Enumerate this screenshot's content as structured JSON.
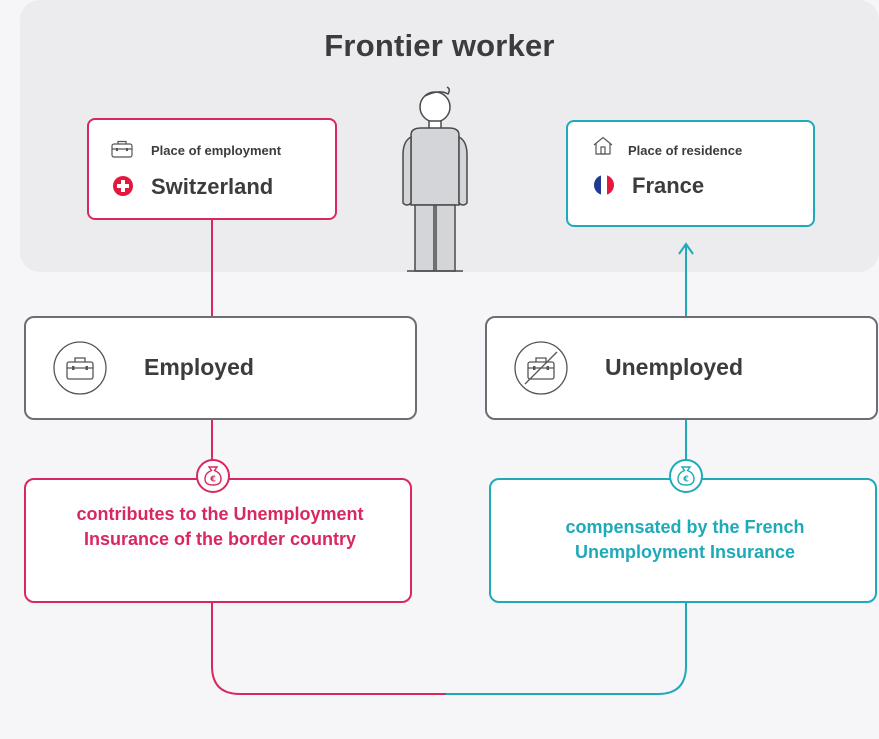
{
  "title": "Frontier worker",
  "employment": {
    "label": "Place of employment",
    "country": "Switzerland",
    "status": "Employed",
    "insurance_text": "contributes to the Unemployment Insurance of the border country",
    "color": "#d9285f"
  },
  "residence": {
    "label": "Place of residence",
    "country": "France",
    "status": "Unemployed",
    "insurance_text": "compensated by the French Unemployment Insurance",
    "color": "#1eaab9"
  },
  "icons": {
    "briefcase": "briefcase-icon",
    "house": "house-icon",
    "swiss_flag": "swiss-flag-icon",
    "french_flag": "french-flag-icon",
    "briefcase_crossed": "briefcase-crossed-icon",
    "money_bag": "money-bag-euro-icon",
    "person": "person-icon"
  }
}
